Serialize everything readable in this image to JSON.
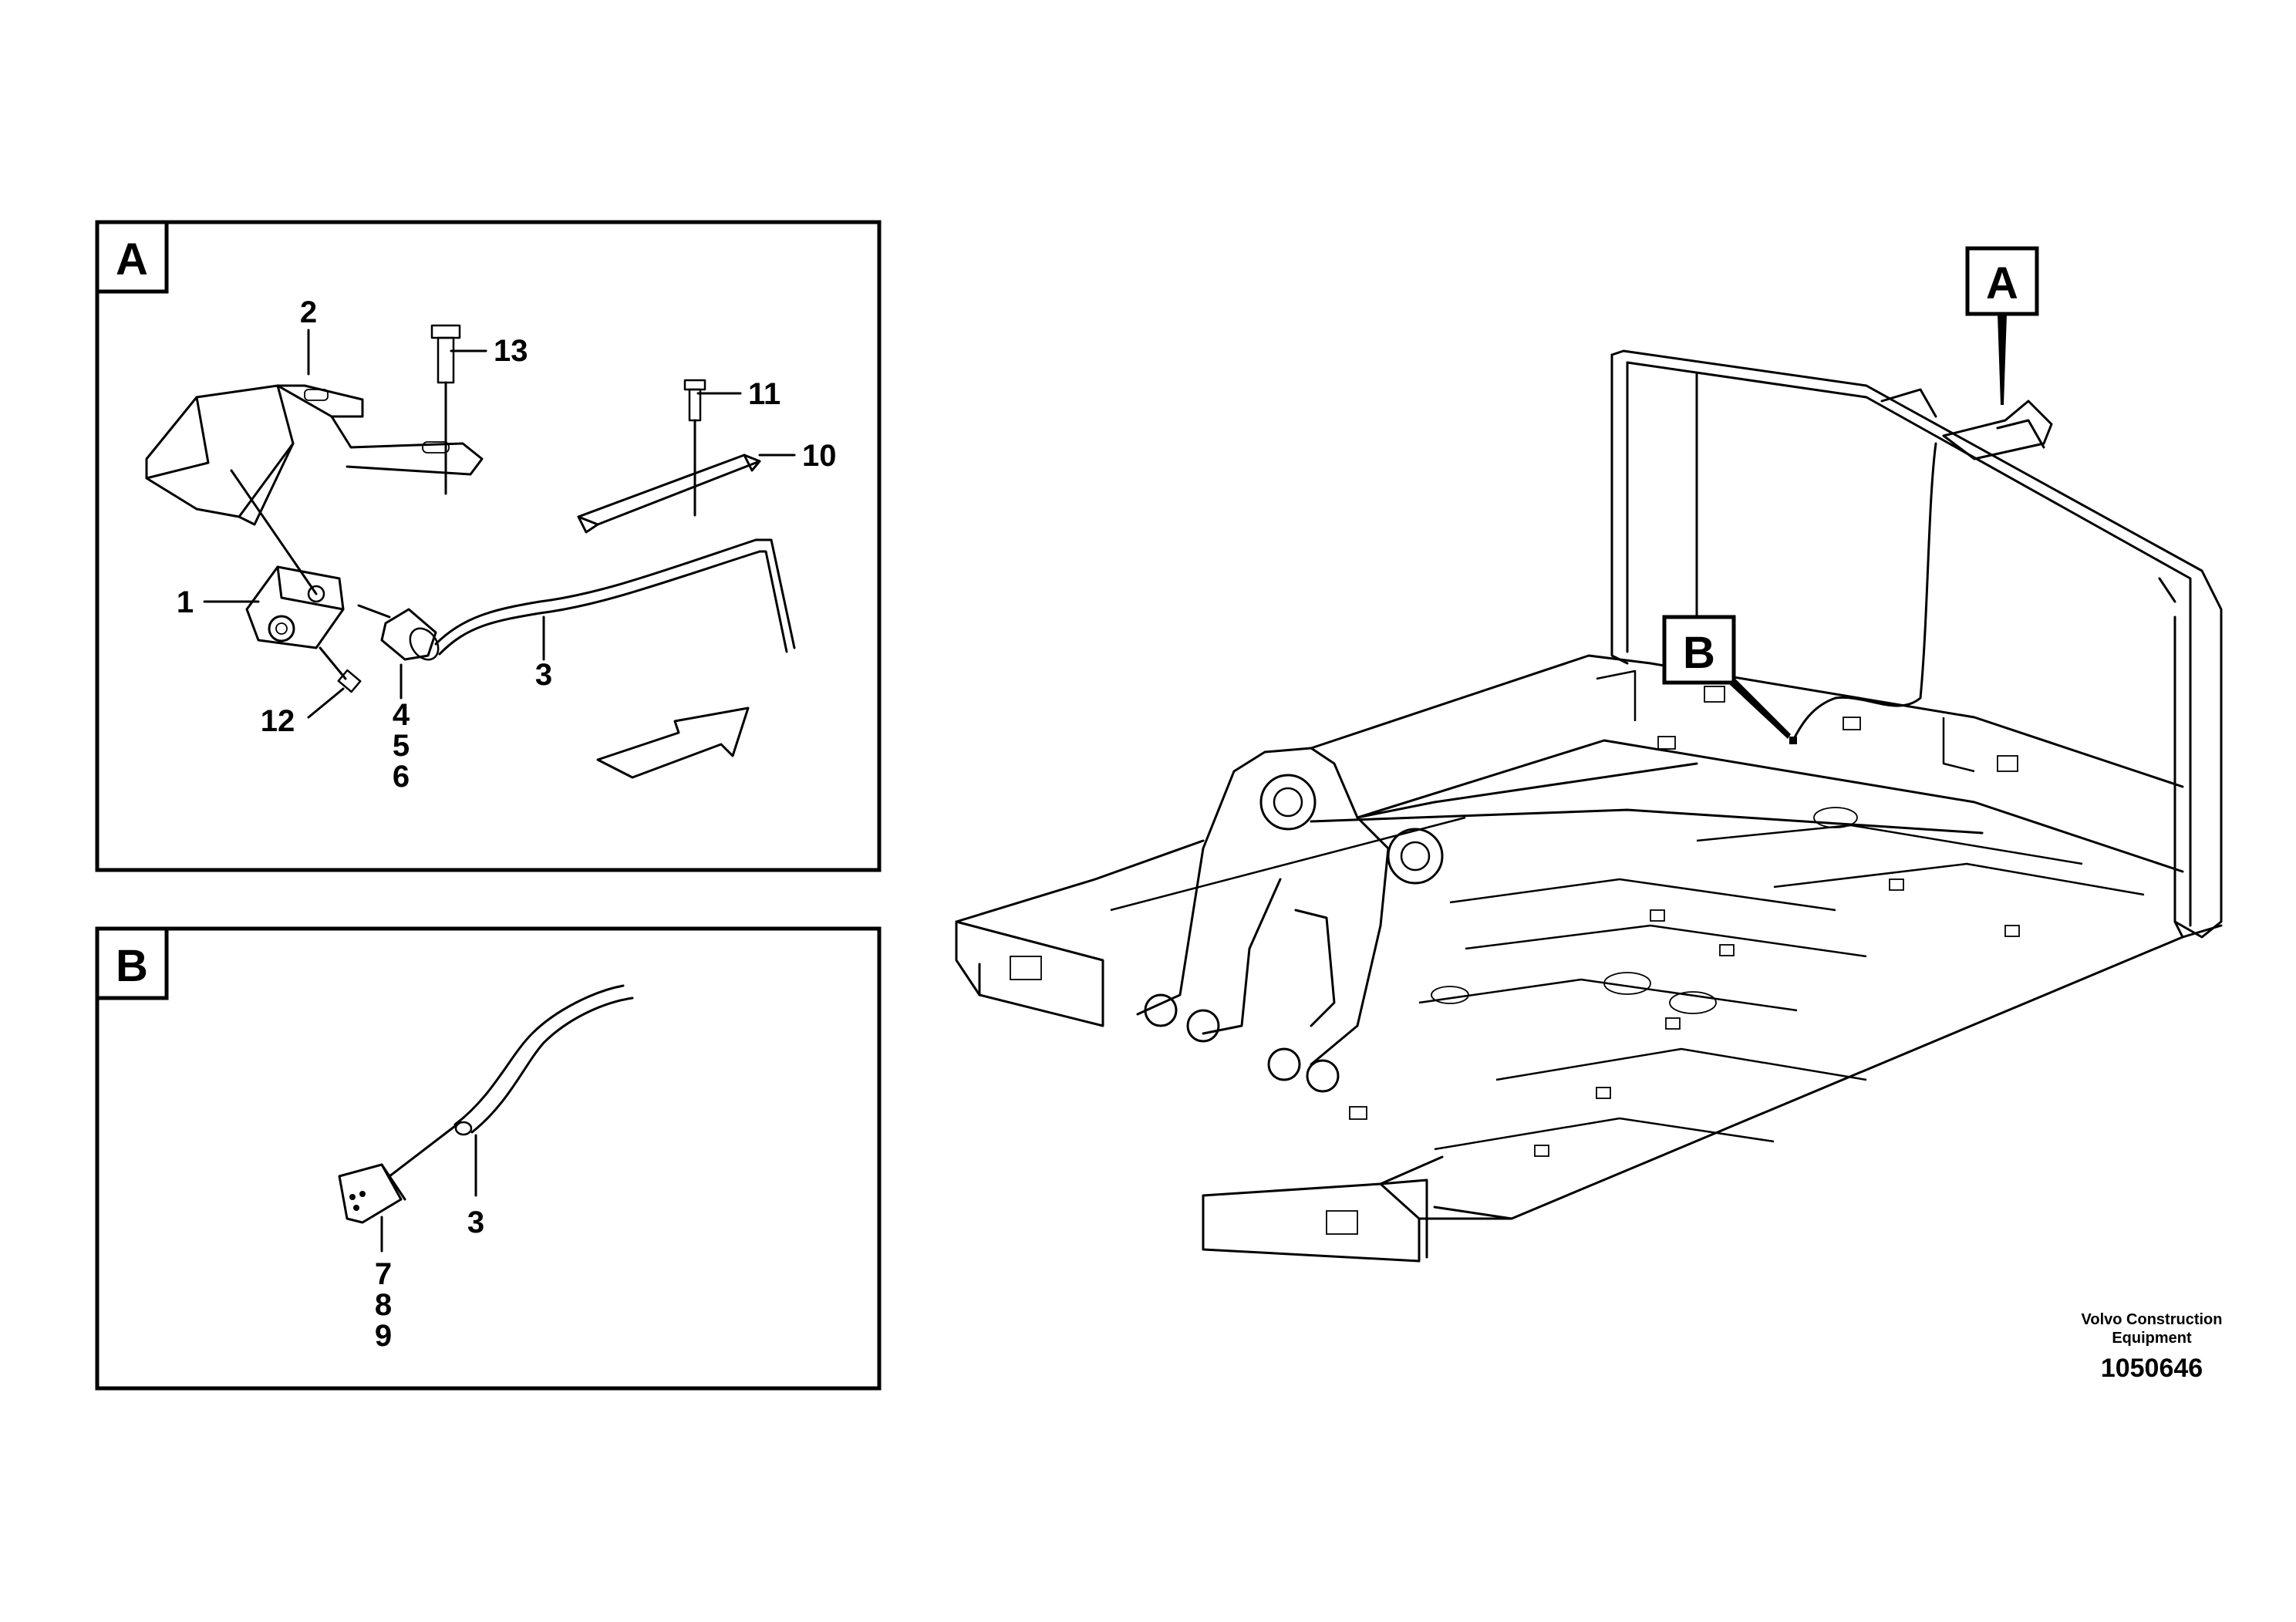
{
  "detail_a": {
    "tag": "A",
    "callouts": {
      "c1": "1",
      "c2": "2",
      "c3": "3",
      "c4": "4",
      "c5": "5",
      "c6": "6",
      "c10": "10",
      "c11": "11",
      "c12": "12",
      "c13": "13"
    }
  },
  "detail_b": {
    "tag": "B",
    "callouts": {
      "c3": "3",
      "c7": "7",
      "c8": "8",
      "c9": "9"
    }
  },
  "overview": {
    "tag_a": "A",
    "tag_b": "B"
  },
  "footer": {
    "brand_line1": "Volvo Construction",
    "brand_line2": "Equipment",
    "doc_number": "1050646"
  }
}
